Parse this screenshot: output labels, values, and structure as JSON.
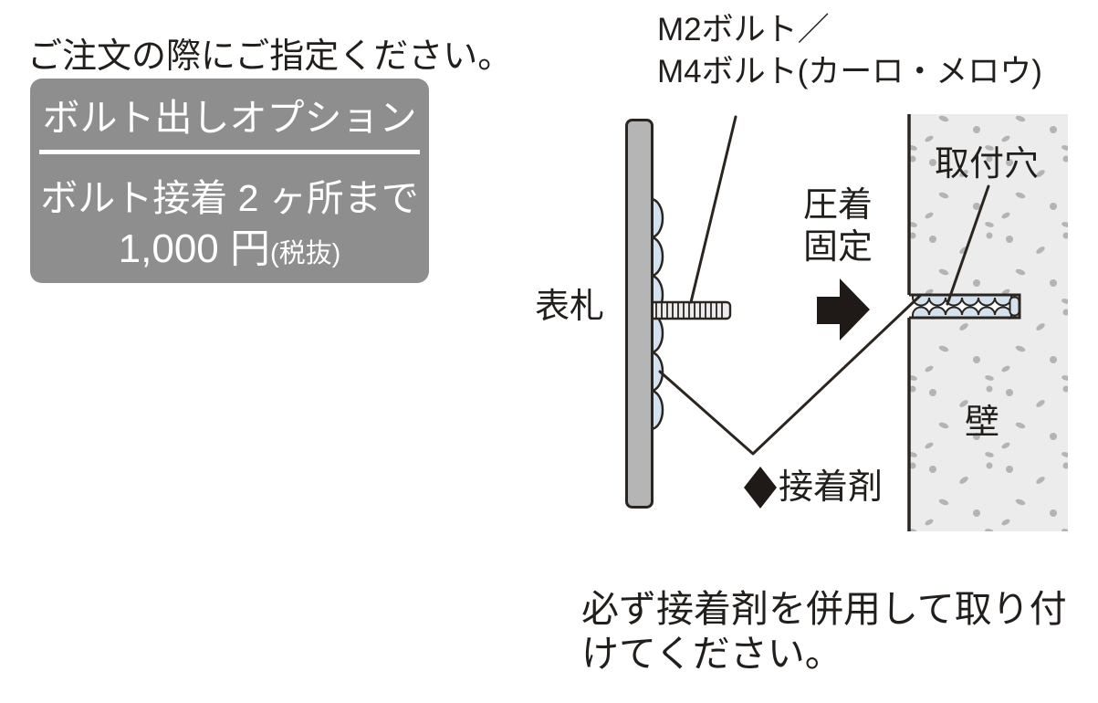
{
  "instruction": "ご注文の際にご指定ください。",
  "option_box": {
    "title": "ボルト出しオプション",
    "detail": "ボルト接着 2 ヶ所まで",
    "price": "1,000 円",
    "tax_note": "(税抜)"
  },
  "diagram": {
    "bolt_label_line1": "M2ボルト／",
    "bolt_label_line2": "M4ボルト(カーロ・メロウ)",
    "nameplate_label": "表札",
    "press_fit_line1": "圧着",
    "press_fit_line2": "固定",
    "mounting_hole_label": "取付穴",
    "wall_label": "壁",
    "adhesive_label": "接着剤",
    "icons": {
      "press_direction": "right-block-arrow",
      "adhesive_marker": "diamond-marker"
    }
  },
  "footer_note": {
    "line1": "必ず接着剤を併用して取り付",
    "line2": "けてください。"
  },
  "colors": {
    "option_box_bg": "#8e8e8e",
    "option_box_text": "#ffffff",
    "nameplate_fill": "#b5b5b5",
    "adhesive_fill": "#d4e2f0",
    "wall_fill": "#ececec",
    "wall_speckle": "#b4b4b4",
    "outline": "#2b2520",
    "text": "#221e1b",
    "arrow": "#1f1a17"
  }
}
